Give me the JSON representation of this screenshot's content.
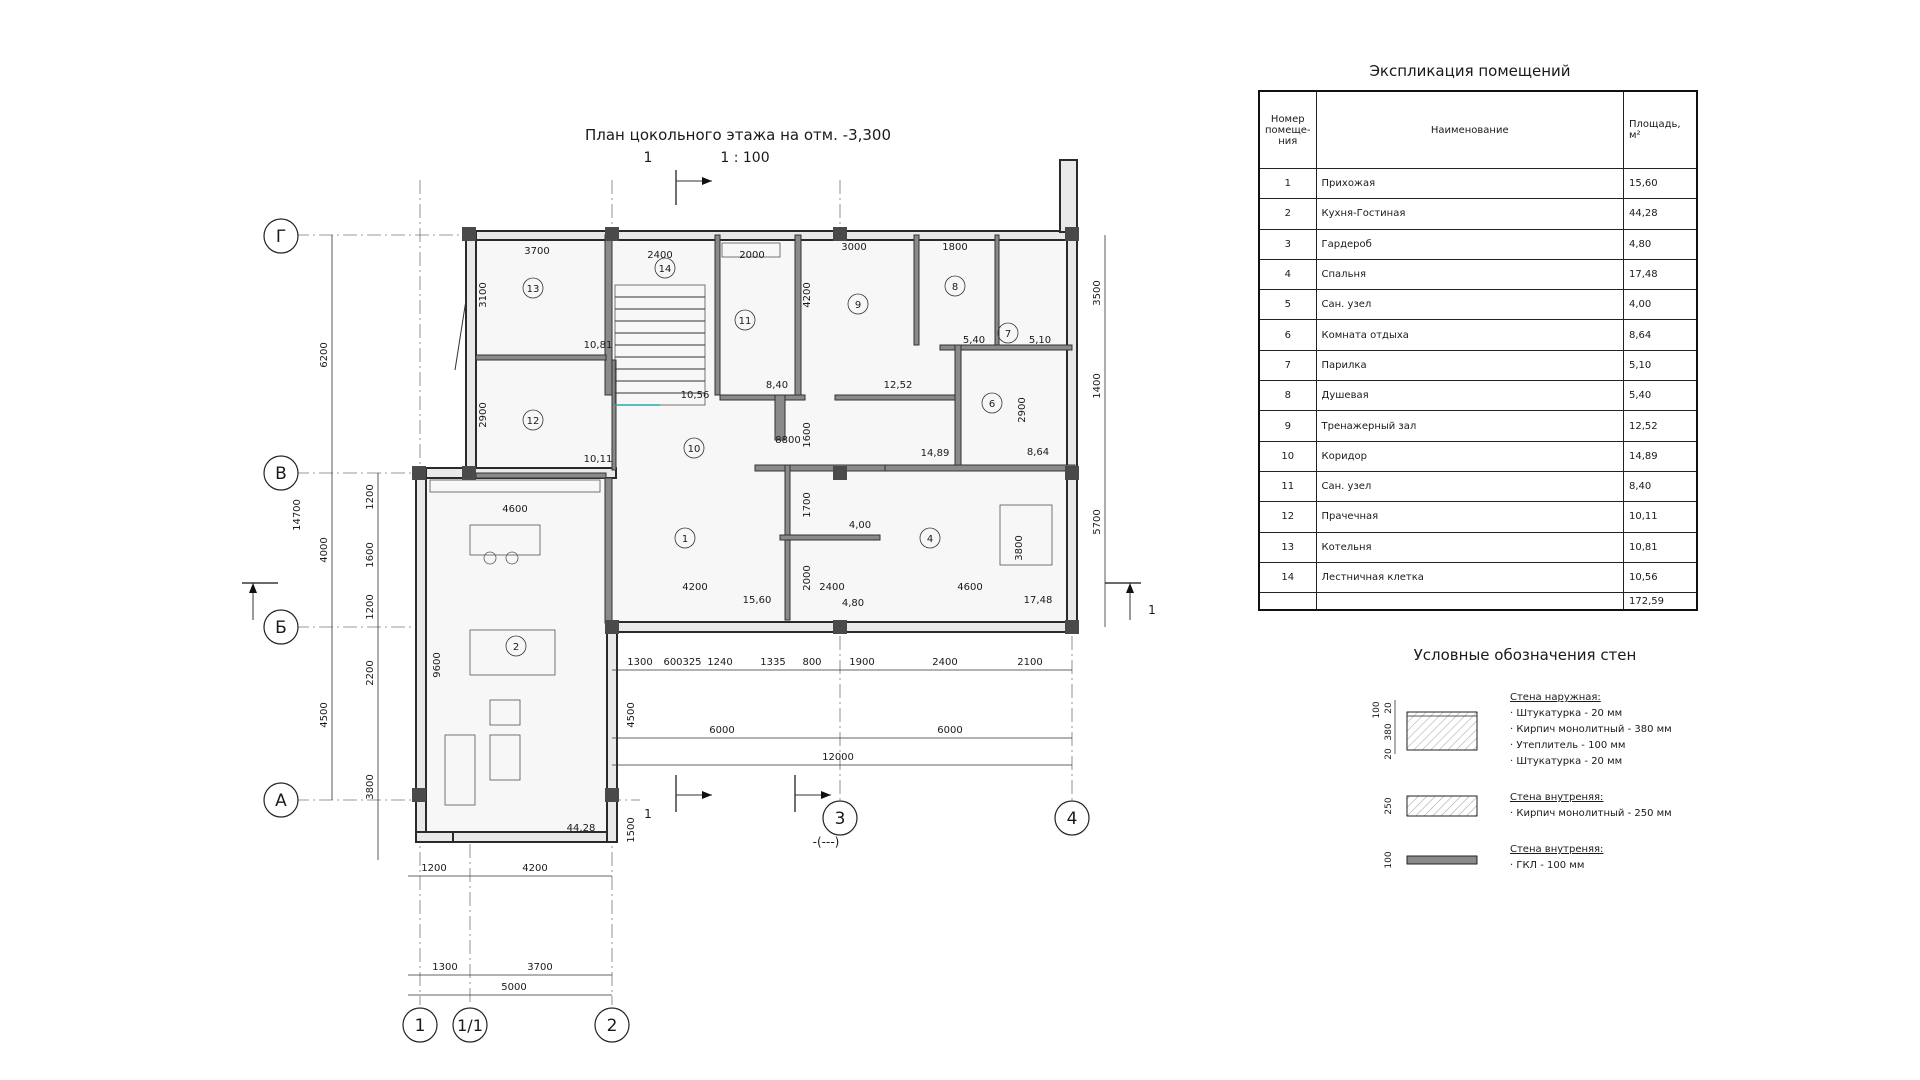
{
  "plan": {
    "title": "План цокольного этажа на отм. -3,300",
    "scale": "1 : 100",
    "section_label": "1",
    "axes": {
      "letters": [
        "Г",
        "В",
        "Б",
        "А"
      ],
      "numbers": [
        "1",
        "1/1",
        "2",
        "3",
        "4"
      ],
      "sub_label": "-(---)"
    },
    "rooms": [
      {
        "no": "1",
        "area": "15,60"
      },
      {
        "no": "2",
        "area": "44,28"
      },
      {
        "no": "4",
        "area": "17,48"
      },
      {
        "no": "6",
        "area": "8,64"
      },
      {
        "no": "7",
        "area": "5,10"
      },
      {
        "no": "8",
        "area": "5,40"
      },
      {
        "no": "9",
        "area": "12,52"
      },
      {
        "no": "10",
        "area": "14,89"
      },
      {
        "no": "11",
        "area": "8,40"
      },
      {
        "no": "12",
        "area": "10,11"
      },
      {
        "no": "13",
        "area": "10,81"
      },
      {
        "no": "14",
        "area": "10,56"
      },
      {
        "no": "",
        "area": "4,80"
      },
      {
        "no": "",
        "area": "4,00"
      }
    ],
    "dims_top": [
      "3700",
      "2400",
      "2000",
      "3000",
      "1800"
    ],
    "dims_inner": [
      "3100",
      "2900",
      "4600",
      "4200",
      "4600",
      "8800",
      "4200",
      "2900",
      "1600",
      "1700",
      "2000",
      "2400",
      "3800",
      "9600"
    ],
    "dims_left": [
      "6200",
      "14700",
      "4000",
      "4500",
      "1200",
      "1600",
      "1200",
      "2200",
      "3800"
    ],
    "dims_right": [
      "3500",
      "1400",
      "5700"
    ],
    "dims_bottom_row": [
      "1300",
      "600",
      "325",
      "1240",
      "1335",
      "800",
      "1900",
      "2400",
      "2100"
    ],
    "dims_bottom_mid": [
      "6000",
      "6000",
      "12000",
      "4500",
      "1500"
    ],
    "dims_bottom_low": [
      "1200",
      "4200",
      "1300",
      "3700",
      "5000"
    ]
  },
  "explication": {
    "title": "Экспликация помещений",
    "headers": [
      "Номер помеще-ния",
      "Наименование",
      "Площадь, м²"
    ],
    "rows": [
      [
        "1",
        "Прихожая",
        "15,60"
      ],
      [
        "2",
        "Кухня-Гостиная",
        "44,28"
      ],
      [
        "3",
        "Гардероб",
        "4,80"
      ],
      [
        "4",
        "Спальня",
        "17,48"
      ],
      [
        "5",
        "Сан. узел",
        "4,00"
      ],
      [
        "6",
        "Комната отдыха",
        "8,64"
      ],
      [
        "7",
        "Парилка",
        "5,10"
      ],
      [
        "8",
        "Душевая",
        "5,40"
      ],
      [
        "9",
        "Тренажерный зал",
        "12,52"
      ],
      [
        "10",
        "Коридор",
        "14,89"
      ],
      [
        "11",
        "Сан. узел",
        "8,40"
      ],
      [
        "12",
        "Прачечная",
        "10,11"
      ],
      [
        "13",
        "Котельня",
        "10,81"
      ],
      [
        "14",
        "Лестничная клетка",
        "10,56"
      ]
    ],
    "total": "172,59"
  },
  "legend": {
    "title": "Условные обозначения стен",
    "items": [
      {
        "heading": "Стена наружная:",
        "lines": [
          "Штукатурка - 20 мм",
          "Кирпич монолитный - 380 мм",
          "Утеплитель - 100 мм",
          "Штукатурка - 20 мм"
        ],
        "dims": [
          "100",
          "20",
          "380",
          "20"
        ]
      },
      {
        "heading": "Стена внутреняя:",
        "lines": [
          "Кирпич монолитный - 250 мм"
        ],
        "dims": [
          "250"
        ]
      },
      {
        "heading": "Стена внутреняя:",
        "lines": [
          "ГКЛ - 100 мм"
        ],
        "dims": [
          "100"
        ]
      }
    ]
  }
}
